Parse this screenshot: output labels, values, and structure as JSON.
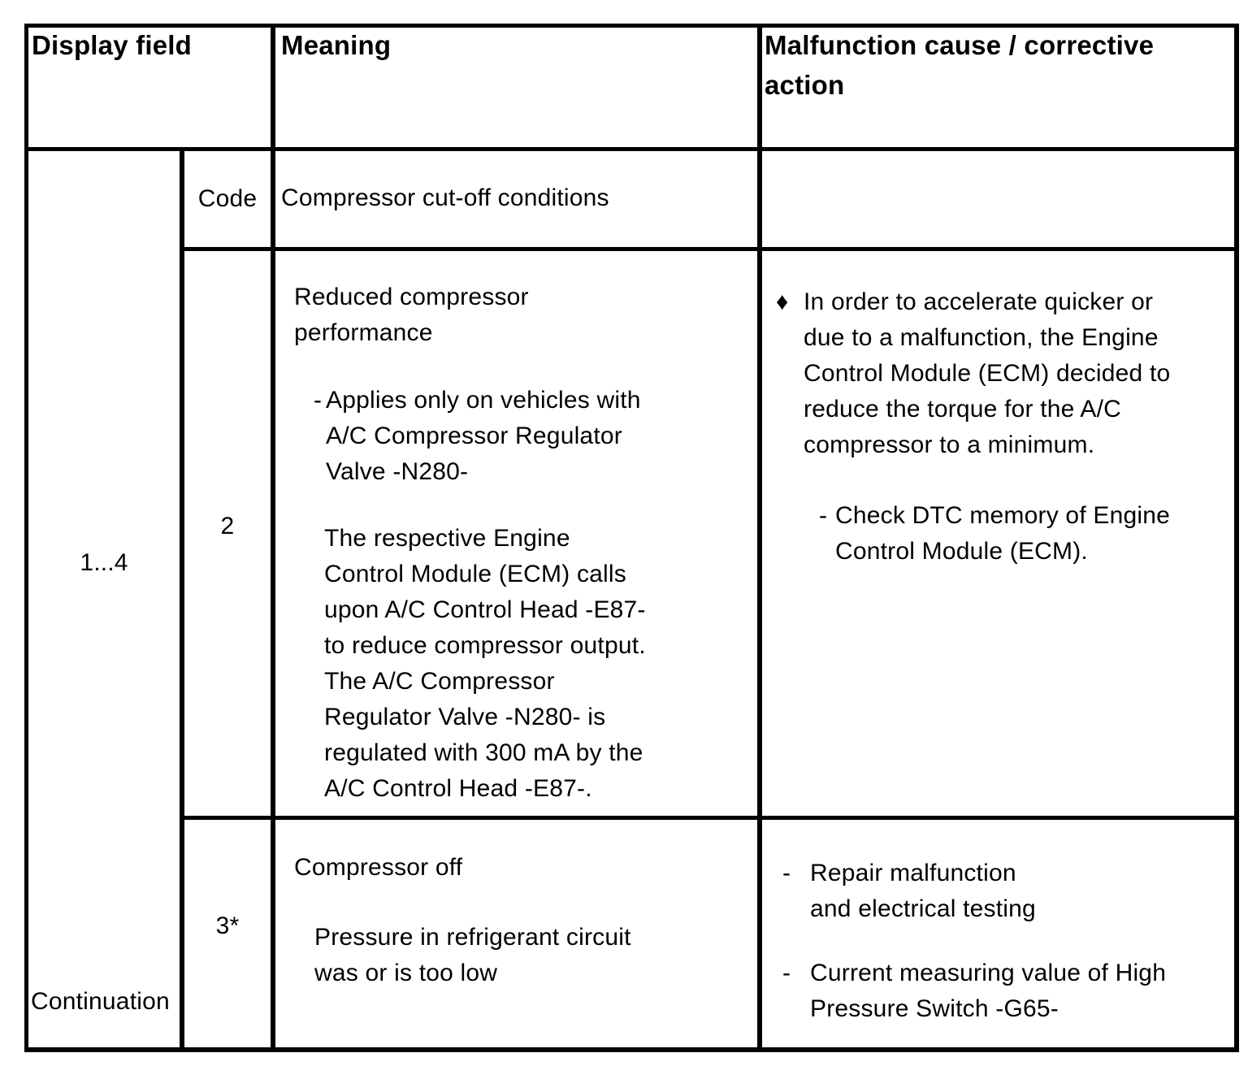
{
  "table": {
    "headers": {
      "display_field": "Display field",
      "meaning": "Meaning",
      "malfunction": "Malfunction cause / corrective\naction"
    },
    "display_field_column": {
      "field_range": "1...4",
      "continuation": "Continuation"
    },
    "code_header_row": {
      "code_label": "Code",
      "meaning": "Compressor cut-off conditions"
    },
    "rows": [
      {
        "code": "2",
        "meaning": {
          "title": "Reduced compressor\nperformance",
          "items": [
            {
              "marker": "-",
              "text": "Applies only on vehicles with\nA/C Compressor Regulator\nValve -N280-"
            }
          ],
          "continuation": "The respective Engine\nControl Module (ECM) calls\nupon A/C Control Head -E87-\nto reduce compressor output.\nThe A/C Compressor\nRegulator Valve -N280- is\nregulated with 300 mA by the\nA/C Control Head -E87-."
        },
        "malfunction": {
          "items": [
            {
              "marker": "♦",
              "text": "In order to accelerate quicker or\ndue to a malfunction, the Engine\nControl Module (ECM) decided to\nreduce the torque for the A/C\ncompressor to a minimum."
            },
            {
              "marker": "-",
              "text": "Check DTC memory of Engine\nControl Module (ECM)."
            }
          ]
        }
      },
      {
        "code": "3*",
        "meaning": {
          "title": "Compressor off",
          "indented": "Pressure in refrigerant circuit\nwas or is too low"
        },
        "malfunction": {
          "items": [
            {
              "marker": "-",
              "text": "Repair malfunction\nand electrical testing"
            },
            {
              "marker": "-",
              "text": "Current measuring value of High\nPressure Switch -G65-"
            }
          ]
        }
      }
    ]
  }
}
